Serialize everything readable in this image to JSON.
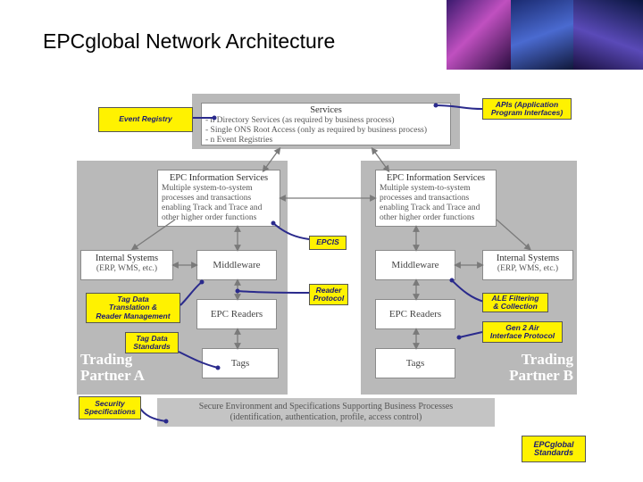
{
  "title": "EPCglobal Network Architecture",
  "services": {
    "title": "Services",
    "lines": [
      "- n Directory Services (as required by business process)",
      "- Single ONS Root Access (only as required by business process)",
      "- n Event Registries"
    ]
  },
  "callouts": {
    "event_registry": "Event Registry",
    "apis_line1": "APIs (Application",
    "apis_line2": "Program Interfaces)",
    "epcis": "EPCIS",
    "reader_protocol_line1": "Reader",
    "reader_protocol_line2": "Protocol",
    "tag_translation_line1": "Tag Data",
    "tag_translation_line2": "Translation &",
    "tag_translation_line3": "Reader Management",
    "tag_standards_line1": "Tag Data",
    "tag_standards_line2": "Standards",
    "ale_line1": "ALE Filtering",
    "ale_line2": "& Collection",
    "gen2_line1": "Gen 2 Air",
    "gen2_line2": "Interface Protocol",
    "security_line1": "Security",
    "security_line2": "Specifications"
  },
  "partner_a": {
    "name_line1": "Trading",
    "name_line2": "Partner A",
    "epc_is_title": "EPC Information Services",
    "epc_is_lines": [
      "Multiple system-to-system",
      "processes and transactions",
      "enabling Track and Trace and",
      "other higher order functions"
    ],
    "internal_title": "Internal Systems",
    "internal_sub": "(ERP, WMS, etc.)",
    "middleware": "Middleware",
    "readers": "EPC Readers",
    "tags": "Tags"
  },
  "partner_b": {
    "name_line1": "Trading",
    "name_line2": "Partner B",
    "epc_is_title": "EPC Information Services",
    "epc_is_lines": [
      "Multiple system-to-system",
      "processes and transactions",
      "enabling Track and Trace and",
      "other higher order functions"
    ],
    "internal_title": "Internal Systems",
    "internal_sub": "(ERP, WMS, etc.)",
    "middleware": "Middleware",
    "readers": "EPC Readers",
    "tags": "Tags"
  },
  "secure_env": {
    "line1": "Secure Environment and Specifications Supporting Business Processes",
    "line2": "(identification, authentication, profile, access control)"
  },
  "logo": {
    "line1": "EPCglobal",
    "line2": "Standards"
  },
  "colors": {
    "callout_yellow": "#fff200",
    "callout_text": "#1a1a70",
    "link_blue": "#2a2a8c",
    "panel_gray": "#b9b9b9",
    "arrow_gray": "#7a7a7a"
  }
}
